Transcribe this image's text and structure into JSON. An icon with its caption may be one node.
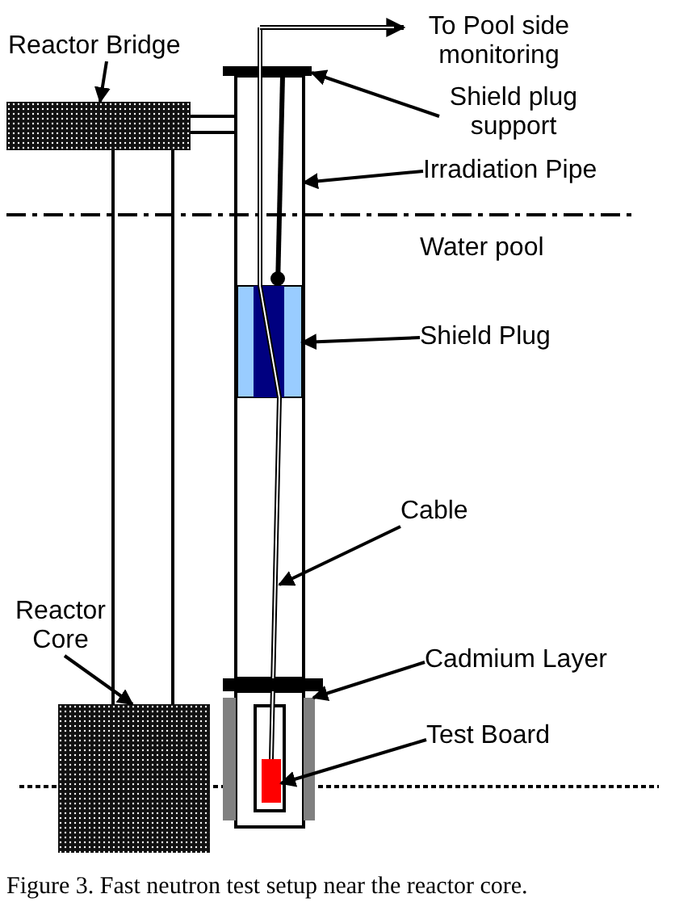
{
  "diagram": {
    "caption": "Figure 3. Fast neutron test setup near the reactor core.",
    "nodes": [
      {
        "text": [
          "Reactor Bridge"
        ]
      },
      {
        "text": [],
        "shape": "box"
      },
      {
        "text": [
          "To Pool side monitoring"
        ]
      },
      {
        "text": [
          "Shield plug support"
        ]
      },
      {
        "text": [],
        "shape": "bar"
      },
      {
        "text": [
          "Irradiation Pipe"
        ]
      },
      {
        "text": [],
        "shape": "box"
      },
      {
        "text": [],
        "shape": "box",
        "in": 6
      },
      {
        "text": [
          "Shield Plug"
        ]
      },
      {
        "text": [
          "Cable"
        ]
      },
      {
        "text": [
          "Reactor Core"
        ]
      },
      {
        "text": [],
        "shape": "box"
      },
      {
        "text": [
          "Cadmium Layer"
        ]
      },
      {
        "text": [],
        "shape": "bar"
      },
      {
        "text": [
          "Test Board"
        ]
      },
      {
        "text": [],
        "shape": "box",
        "in": 13
      },
      {
        "text": [],
        "shape": "cable"
      }
    ],
    "edges": [
      {
        "from": 0,
        "to": 1,
        "arrow": "to"
      },
      {
        "from": 3,
        "to": 4,
        "arrow": "to"
      },
      {
        "from": 5,
        "to": 6,
        "arrow": "to"
      },
      {
        "from": 8,
        "to": 7,
        "arrow": "to"
      },
      {
        "from": 9,
        "to": 16,
        "arrow": "to"
      },
      {
        "from": 10,
        "to": 11,
        "arrow": "to"
      },
      {
        "from": 12,
        "to": 13,
        "arrow": "to"
      },
      {
        "from": 14,
        "to": 15,
        "arrow": "to"
      },
      {
        "from": 16,
        "to": 2,
        "arrow": "to"
      },
      {
        "from": 1,
        "to": 11,
        "arrow": "none"
      },
      {
        "from": 1,
        "to": 11,
        "arrow": "none"
      },
      {
        "from": 1,
        "to": 6,
        "arrow": "none"
      },
      {
        "from": 1,
        "to": 6,
        "arrow": "none"
      },
      {
        "from": 4,
        "to": 7,
        "arrow": "other"
      }
    ],
    "labels": [
      "Water pool"
    ]
  }
}
